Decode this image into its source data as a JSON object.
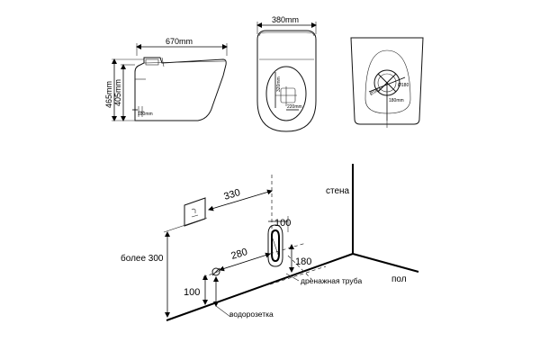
{
  "top_views": {
    "side": {
      "width_label": "670mm",
      "height_total_label": "465mm",
      "height_seat_label": "405mm",
      "outlet_label": "180mm"
    },
    "front": {
      "width_label": "380mm",
      "inner_height_label": "320mm",
      "inner_width_label": "220mm"
    },
    "bottom": {
      "diameter_label": "Ø180",
      "diameter_label_2": "Ø180",
      "offset_label": "180mm"
    }
  },
  "install": {
    "wall_label": "стена",
    "floor_label": "пол",
    "drain_label": "дренажная труба",
    "socket_label": "водорозетка",
    "dim_330": "330",
    "dim_100_top": "100",
    "dim_280": "280",
    "dim_180": "180",
    "dim_100_left": "100",
    "dim_over300": "более 300"
  }
}
